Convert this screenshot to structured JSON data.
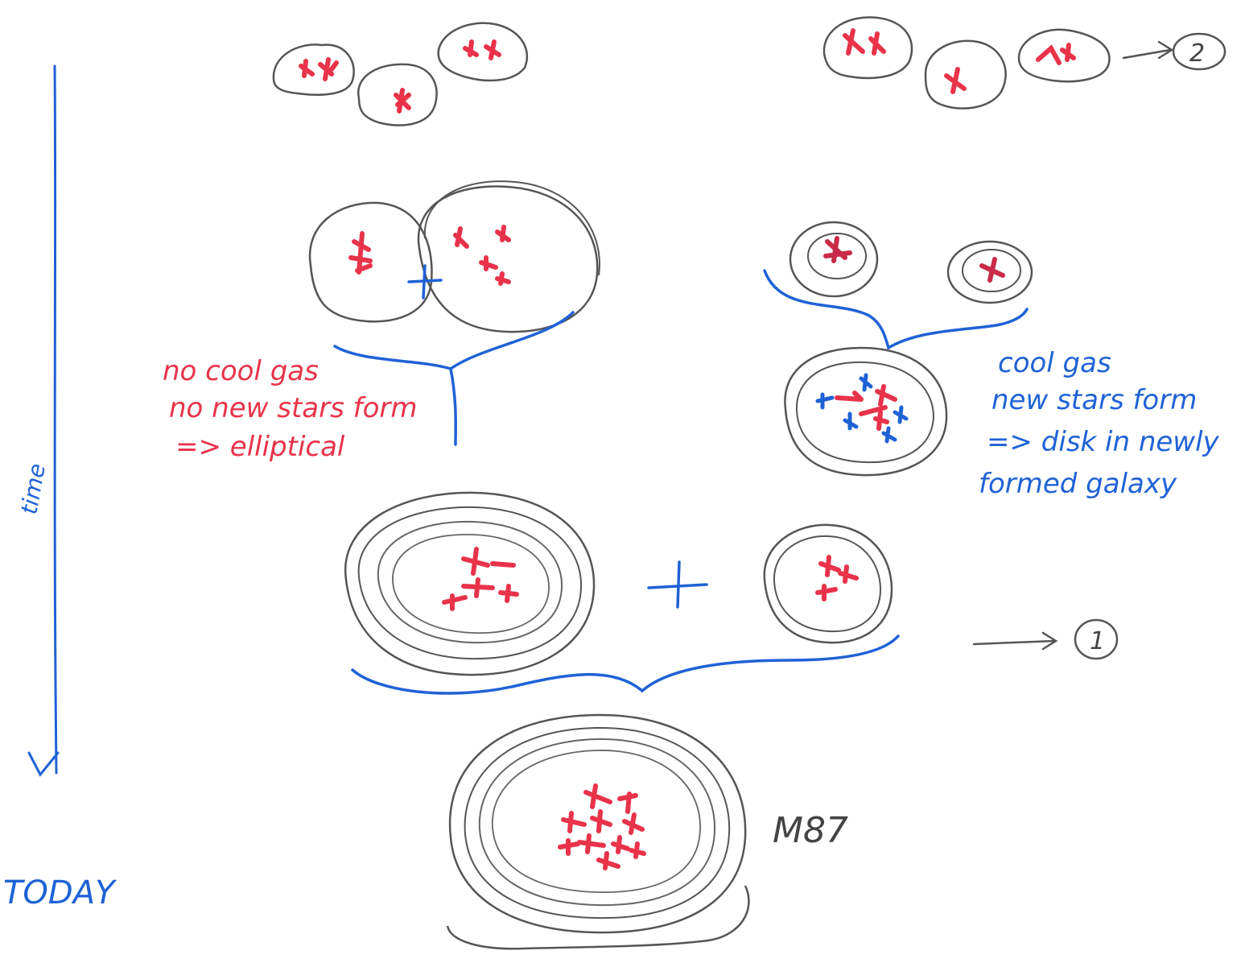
{
  "timeline": {
    "axis_label": "time",
    "end_label": "TODAY"
  },
  "left_branch": {
    "annotation_lines": [
      "no cool gas",
      "no new stars form",
      "=> elliptical"
    ],
    "plus_sign": "+"
  },
  "right_branch": {
    "annotation_lines": [
      "cool gas",
      "new stars form",
      "=> disk in newly",
      "formed galaxy"
    ],
    "loop_marker": "2"
  },
  "merger": {
    "plus_sign": "+",
    "loop_marker": "1"
  },
  "final_galaxy": {
    "label": "M87"
  },
  "colors": {
    "old_stars": "#e8334a",
    "new_stars": "#1f62d6",
    "timeline": "#1f62d6",
    "outlines": "#555555",
    "annotation_left": "#e8334a",
    "annotation_right": "#1f62d6"
  }
}
